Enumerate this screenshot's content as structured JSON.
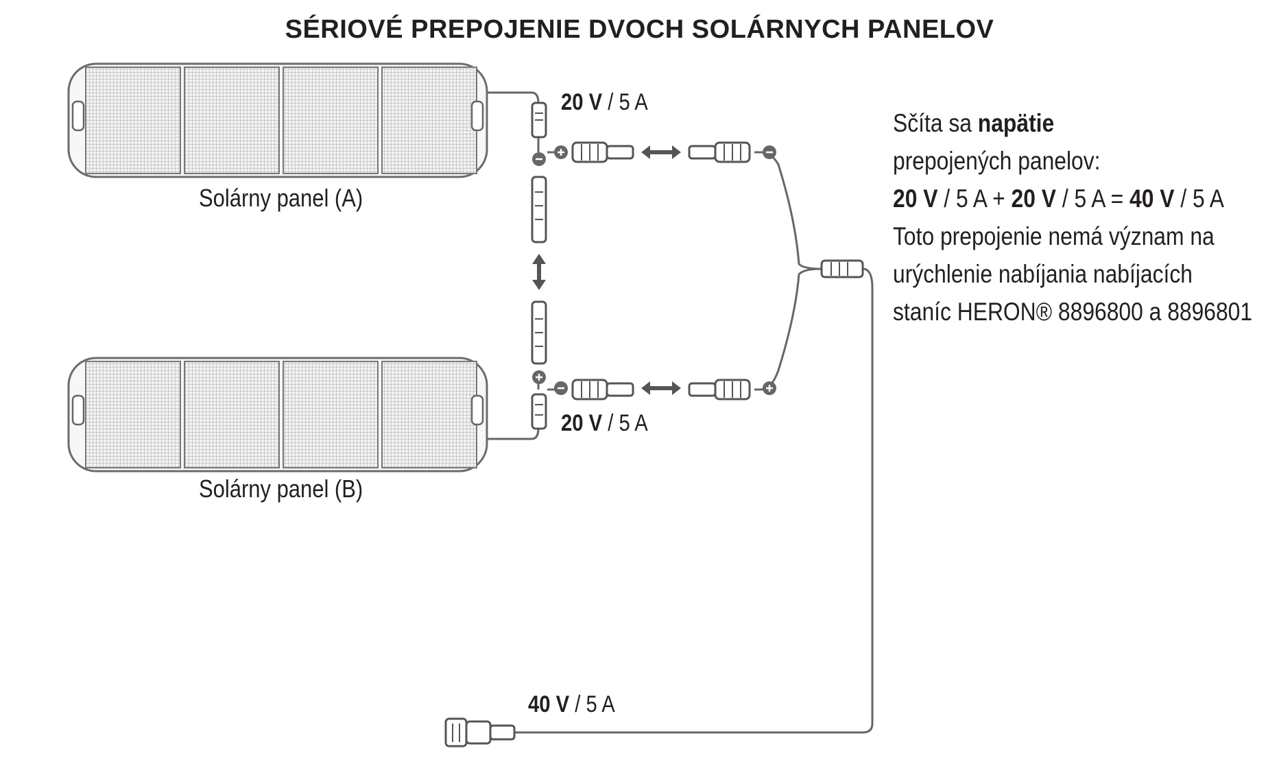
{
  "title": "SÉRIOVÉ PREPOJENIE DVOCH SOLÁRNYCH PANELOV",
  "panels": [
    {
      "label": "Solárny panel (A)",
      "voltage": "20 V",
      "current": "/ 5 A"
    },
    {
      "label": "Solárny panel (B)",
      "voltage": "20 V",
      "current": "/ 5 A"
    }
  ],
  "output": {
    "voltage": "40 V",
    "current": "/ 5 A"
  },
  "info": {
    "line1_pre": "Sčíta sa ",
    "line1_bold": "napätie",
    "line2": "prepojených panelov:",
    "eq": {
      "v1": "20 V",
      "c1": " / 5 A + ",
      "v2": "20 V",
      "c2": " / 5 A = ",
      "v3": "40 V",
      "c3": " / 5 A"
    },
    "note_lines": [
      "Toto prepojenie nemá význam na",
      "urýchlenie nabíjania nabíjacích",
      "staníc HERON® 8896800 a 8896801"
    ]
  },
  "colors": {
    "stroke": "#555555",
    "cell": "#bdbdbd",
    "text": "#231f20"
  }
}
